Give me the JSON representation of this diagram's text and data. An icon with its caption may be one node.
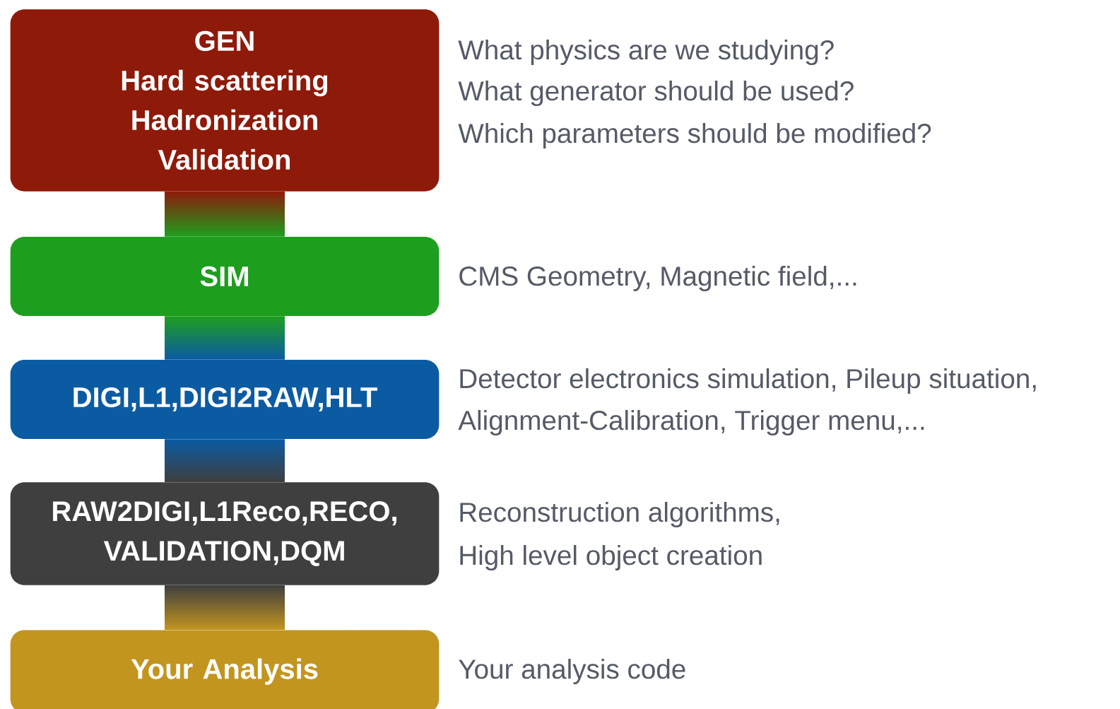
{
  "diagram": {
    "nodes": [
      {
        "text": [
          "GEN",
          "Hard scattering",
          "Hadronization",
          "Validation"
        ],
        "beside": [
          "What physics are we studying?",
          "What generator should be used?",
          "Which parameters should be modified?"
        ]
      },
      {
        "text": [
          "SIM"
        ],
        "beside": [
          "CMS Geometry, Magnetic field,..."
        ]
      },
      {
        "text": [
          "DIGI,L1,DIGI2RAW,HLT"
        ],
        "beside": [
          "Detector electronics simulation, Pileup situation,",
          "Alignment-Calibration, Trigger menu,..."
        ]
      },
      {
        "text": [
          "RAW2DIGI,L1Reco,RECO, VALIDATION,DQM"
        ],
        "beside": [
          "Reconstruction algorithms,",
          "High level object creation"
        ]
      },
      {
        "text": [
          "Your Analysis"
        ],
        "beside": [
          "Your analysis code"
        ]
      }
    ],
    "edges": [
      {
        "from": 0,
        "to": 1,
        "arrow": "none"
      },
      {
        "from": 1,
        "to": 2,
        "arrow": "none"
      },
      {
        "from": 2,
        "to": 3,
        "arrow": "none"
      },
      {
        "from": 3,
        "to": 4,
        "arrow": "none"
      }
    ]
  }
}
